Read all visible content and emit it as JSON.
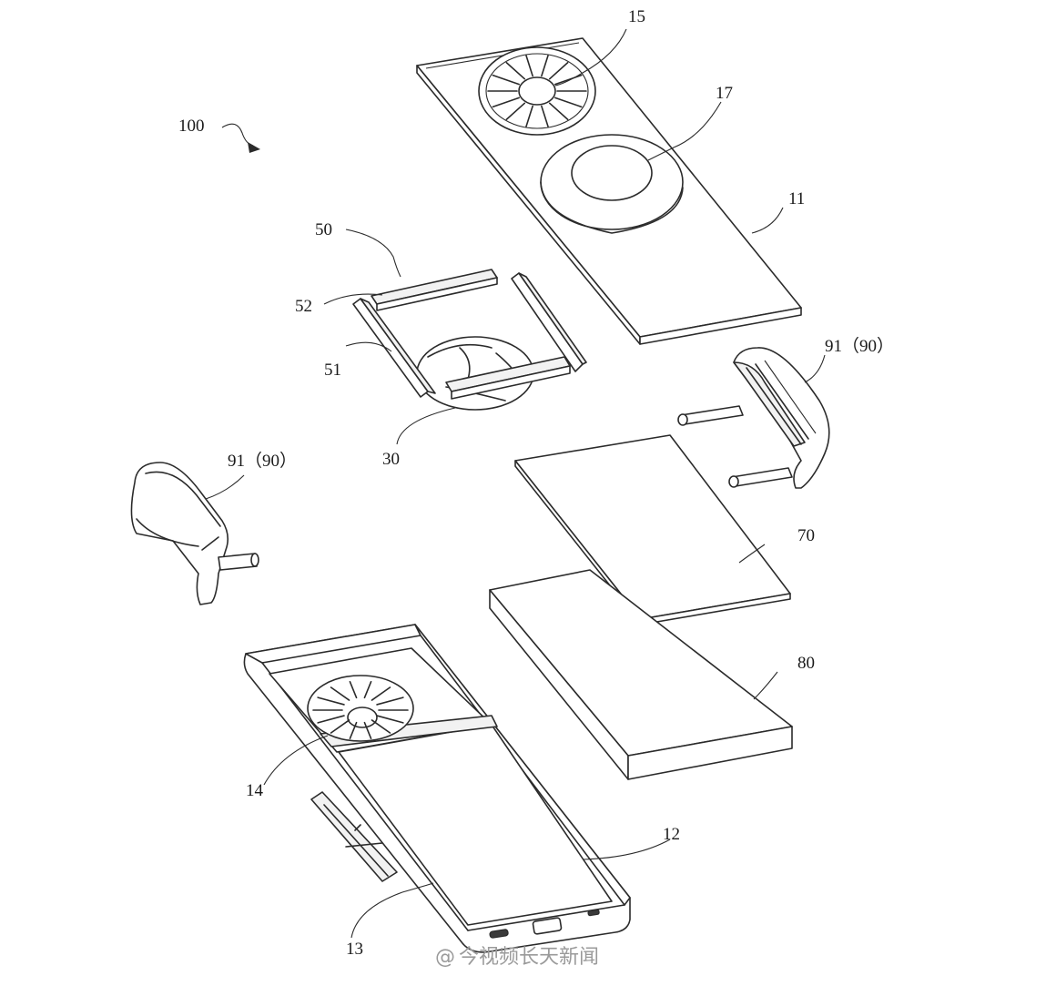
{
  "figure": {
    "assembly_label": "100",
    "parts": [
      {
        "id": "front-cover",
        "label": "11"
      },
      {
        "id": "rear-housing",
        "label": "12"
      },
      {
        "id": "battery-cavity",
        "label": "13"
      },
      {
        "id": "housing-vent",
        "label": "14"
      },
      {
        "id": "cover-vent",
        "label": "15"
      },
      {
        "id": "magnetic-ring",
        "label": "17"
      },
      {
        "id": "fan",
        "label": "30"
      },
      {
        "id": "heat-sink-frame",
        "label": "50"
      },
      {
        "id": "heat-sink-side-fin",
        "label": "51"
      },
      {
        "id": "heat-sink-top-fin",
        "label": "52"
      },
      {
        "id": "circuit-board",
        "label": "70"
      },
      {
        "id": "battery",
        "label": "80"
      },
      {
        "id": "clip-left",
        "label": "91（90）"
      },
      {
        "id": "clip-right",
        "label": "91（90）"
      }
    ]
  },
  "watermark": {
    "symbol": "@",
    "text": "今视频长天新闻"
  }
}
